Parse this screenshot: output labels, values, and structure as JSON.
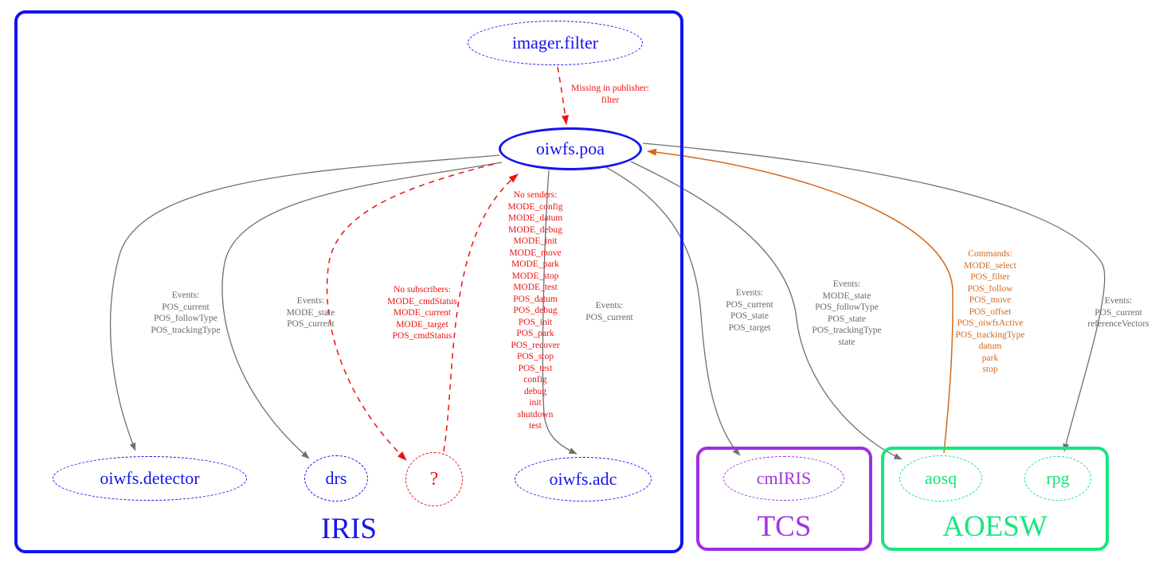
{
  "colors": {
    "blue": "#1414ee",
    "red": "#ee1111",
    "gray_edge": "#707070",
    "gray_text": "#696969",
    "orange": "#d2691e",
    "purple": "#9e30e0",
    "green": "#15e77d"
  },
  "clusters": {
    "iris": {
      "label": "IRIS"
    },
    "tcs": {
      "label": "TCS"
    },
    "aoesw": {
      "label": "AOESW"
    }
  },
  "nodes": {
    "imager_filter": {
      "label": "imager.filter"
    },
    "oiwfs_poa": {
      "label": "oiwfs.poa"
    },
    "oiwfs_detector": {
      "label": "oiwfs.detector"
    },
    "drs": {
      "label": "drs"
    },
    "unknown": {
      "label": "?"
    },
    "oiwfs_adc": {
      "label": "oiwfs.adc"
    },
    "cmiris": {
      "label": "cmIRIS"
    },
    "aosq": {
      "label": "aosq"
    },
    "rpg": {
      "label": "rpg"
    }
  },
  "edges": [
    {
      "from": "imager.filter",
      "to": "oiwfs.poa",
      "kind": "missing-publisher",
      "label": "missing_publisher"
    },
    {
      "from": "oiwfs.poa",
      "to": "oiwfs.detector",
      "kind": "events",
      "label": "detector_events"
    },
    {
      "from": "oiwfs.poa",
      "to": "drs",
      "kind": "events",
      "label": "drs_events"
    },
    {
      "from": "oiwfs.poa",
      "to": "?",
      "kind": "no-subscribers",
      "label": "no_subscribers"
    },
    {
      "from": "?",
      "to": "oiwfs.poa",
      "kind": "no-senders",
      "label": "no_senders"
    },
    {
      "from": "oiwfs.poa",
      "to": "oiwfs.adc",
      "kind": "events",
      "label": "adc_events"
    },
    {
      "from": "oiwfs.poa",
      "to": "cmIRIS",
      "kind": "events",
      "label": "cmiris_events"
    },
    {
      "from": "oiwfs.poa",
      "to": "aosq",
      "kind": "events",
      "label": "aosq_events"
    },
    {
      "from": "aosq",
      "to": "oiwfs.poa",
      "kind": "commands",
      "label": "aosq_commands"
    },
    {
      "from": "oiwfs.poa",
      "to": "rpg",
      "kind": "events",
      "label": "rpg_events"
    }
  ],
  "edge_labels": {
    "missing_publisher": {
      "lines": [
        "Missing in publisher:",
        "filter"
      ]
    },
    "detector_events": {
      "lines": [
        "Events:",
        "POS_current",
        "POS_followType",
        "POS_trackingType"
      ]
    },
    "drs_events": {
      "lines": [
        "Events:",
        "MODE_state",
        "POS_current"
      ]
    },
    "no_subscribers": {
      "lines": [
        "No subscribers:",
        "MODE_cmdStatus",
        "MODE_current",
        "MODE_target",
        "POS_cmdStatus"
      ]
    },
    "no_senders": {
      "lines": [
        "No senders:",
        "MODE_config",
        "MODE_datum",
        "MODE_debug",
        "MODE_init",
        "MODE_move",
        "MODE_park",
        "MODE_stop",
        "MODE_test",
        "POS_datum",
        "POS_debug",
        "POS_init",
        "POS_park",
        "POS_recover",
        "POS_stop",
        "POS_test",
        "config",
        "debug",
        "init",
        "shutdown",
        "test"
      ]
    },
    "adc_events": {
      "lines": [
        "Events:",
        "POS_current"
      ]
    },
    "cmiris_events": {
      "lines": [
        "Events:",
        "POS_current",
        "POS_state",
        "POS_target"
      ]
    },
    "aosq_events": {
      "lines": [
        "Events:",
        "MODE_state",
        "POS_followType",
        "POS_state",
        "POS_trackingType",
        "state"
      ]
    },
    "aosq_commands": {
      "lines": [
        "Commands:",
        "MODE_select",
        "POS_filter",
        "POS_follow",
        "POS_move",
        "POS_offset",
        "POS_oiwfsActive",
        "POS_trackingType",
        "datum",
        "park",
        "stop"
      ]
    },
    "rpg_events": {
      "lines": [
        "Events:",
        "POS_current",
        "referenceVectors"
      ]
    }
  }
}
